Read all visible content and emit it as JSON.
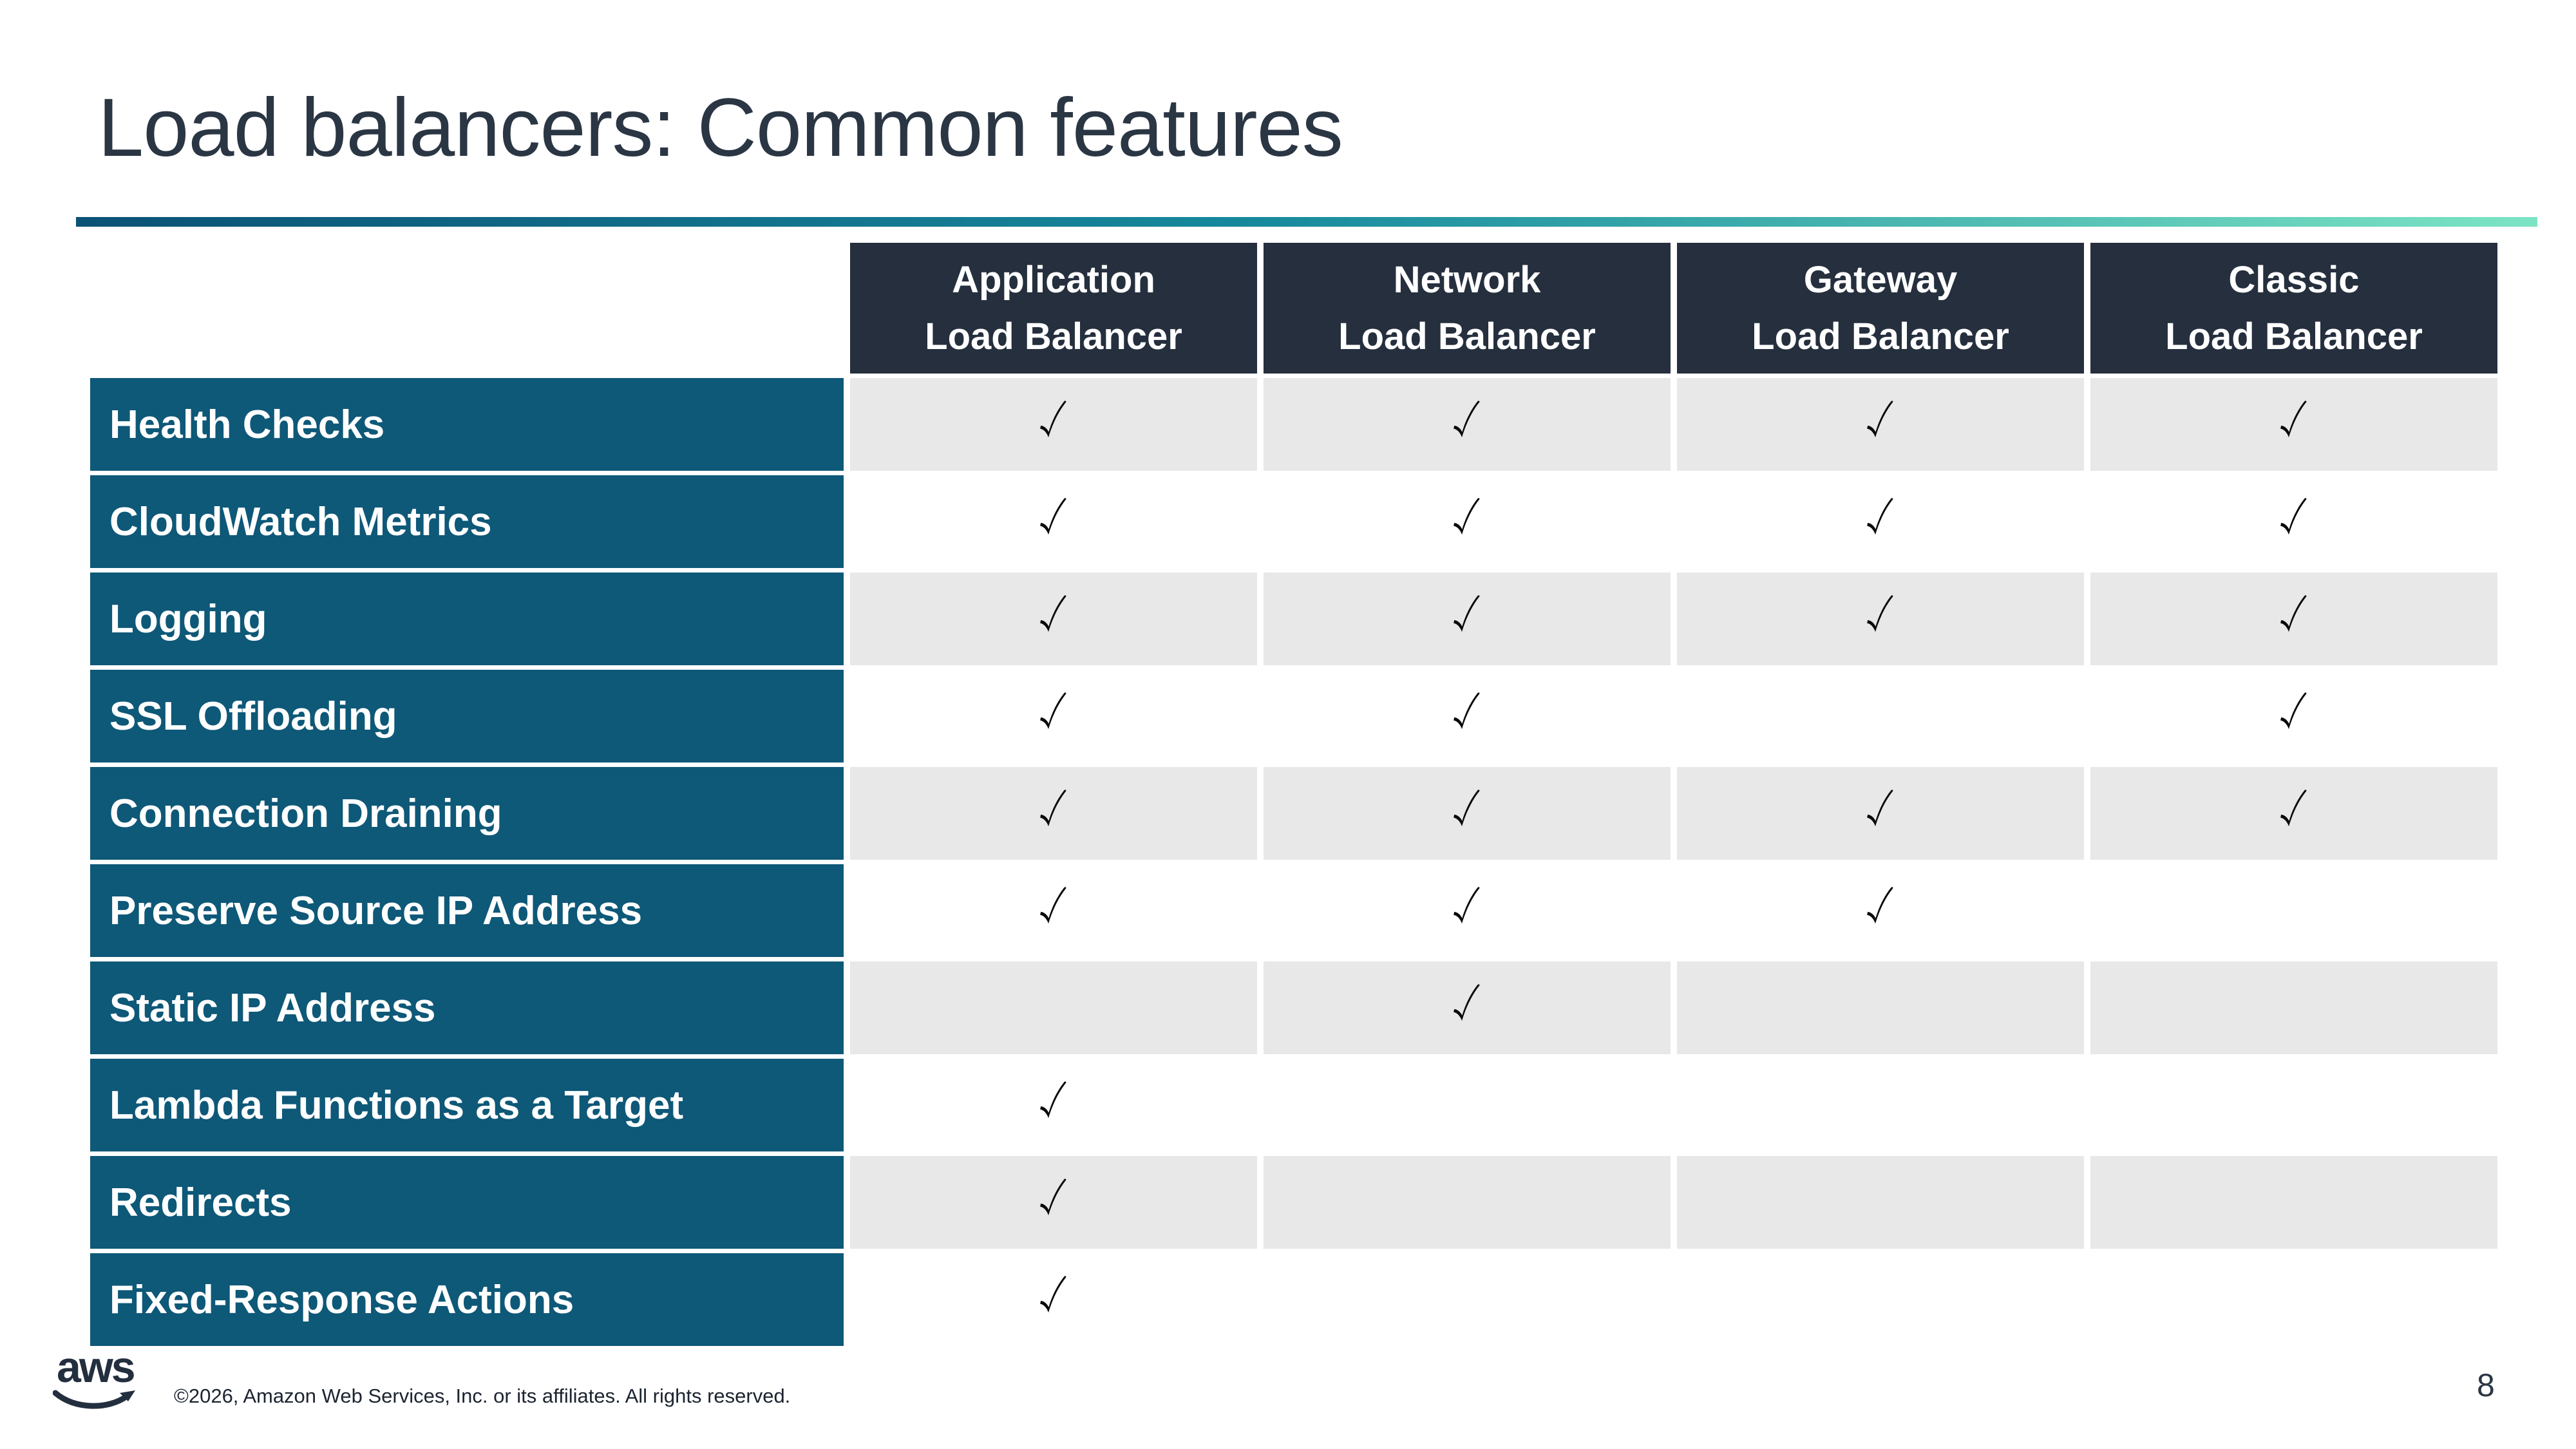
{
  "slide": {
    "title": "Load balancers: Common features",
    "page_number": "8",
    "copyright": "©2026, Amazon Web Services, Inc. or its affiliates. All rights reserved.",
    "logo_text": "aws"
  },
  "table": {
    "columns": [
      {
        "line1": "Application",
        "line2": "Load Balancer"
      },
      {
        "line1": "Network",
        "line2": "Load Balancer"
      },
      {
        "line1": "Gateway",
        "line2": "Load Balancer"
      },
      {
        "line1": "Classic",
        "line2": "Load Balancer"
      }
    ],
    "check_symbol": "check-mark",
    "rows": [
      {
        "label": "Health Checks",
        "checks": [
          true,
          true,
          true,
          true
        ]
      },
      {
        "label": "CloudWatch Metrics",
        "checks": [
          true,
          true,
          true,
          true
        ]
      },
      {
        "label": "Logging",
        "checks": [
          true,
          true,
          true,
          true
        ]
      },
      {
        "label": "SSL Offloading",
        "checks": [
          true,
          true,
          false,
          true
        ]
      },
      {
        "label": "Connection Draining",
        "checks": [
          true,
          true,
          true,
          true
        ]
      },
      {
        "label": "Preserve Source IP Address",
        "checks": [
          true,
          true,
          true,
          false
        ]
      },
      {
        "label": "Static IP Address",
        "checks": [
          false,
          true,
          false,
          false
        ]
      },
      {
        "label": "Lambda Functions as a Target",
        "checks": [
          true,
          false,
          false,
          false
        ]
      },
      {
        "label": "Redirects",
        "checks": [
          true,
          false,
          false,
          false
        ]
      },
      {
        "label": "Fixed-Response Actions",
        "checks": [
          true,
          false,
          false,
          false
        ]
      }
    ]
  },
  "colors": {
    "header_bg": "#252F3E",
    "label_bg": "#0E5878",
    "row_shade_bg": "#E8E8E8",
    "title_color": "#2B3644",
    "check_color": "#0A0A0A",
    "accent_gradient_start": "#0B5276",
    "accent_gradient_mid": "#17899D",
    "accent_gradient_end": "#7CE4C4"
  }
}
